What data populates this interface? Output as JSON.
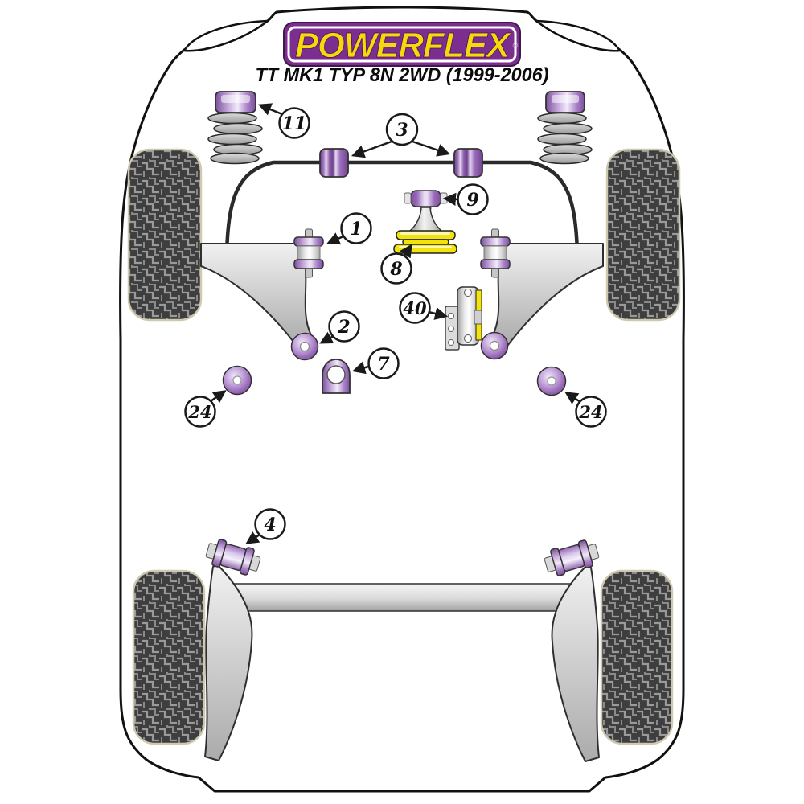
{
  "header": {
    "brand": "POWERFLEX",
    "registered_mark": "®",
    "subtitle": "TT MK1 TYP 8N 2WD (1999-2006)"
  },
  "callouts": {
    "c11": "11",
    "c3": "3",
    "c9": "9",
    "c1": "1",
    "c8": "8",
    "c40": "40",
    "c2": "2",
    "c7": "7",
    "c24_left": "24",
    "c24_right": "24",
    "c4": "4"
  },
  "colors": {
    "brand_purple": "#7b2e8f",
    "brand_yellow": "#f5d90a",
    "bush_purple": "#9768b5",
    "part_yellow": "#f2e30e",
    "outline_black": "#111111",
    "tire_dark": "#3e3e3e"
  }
}
